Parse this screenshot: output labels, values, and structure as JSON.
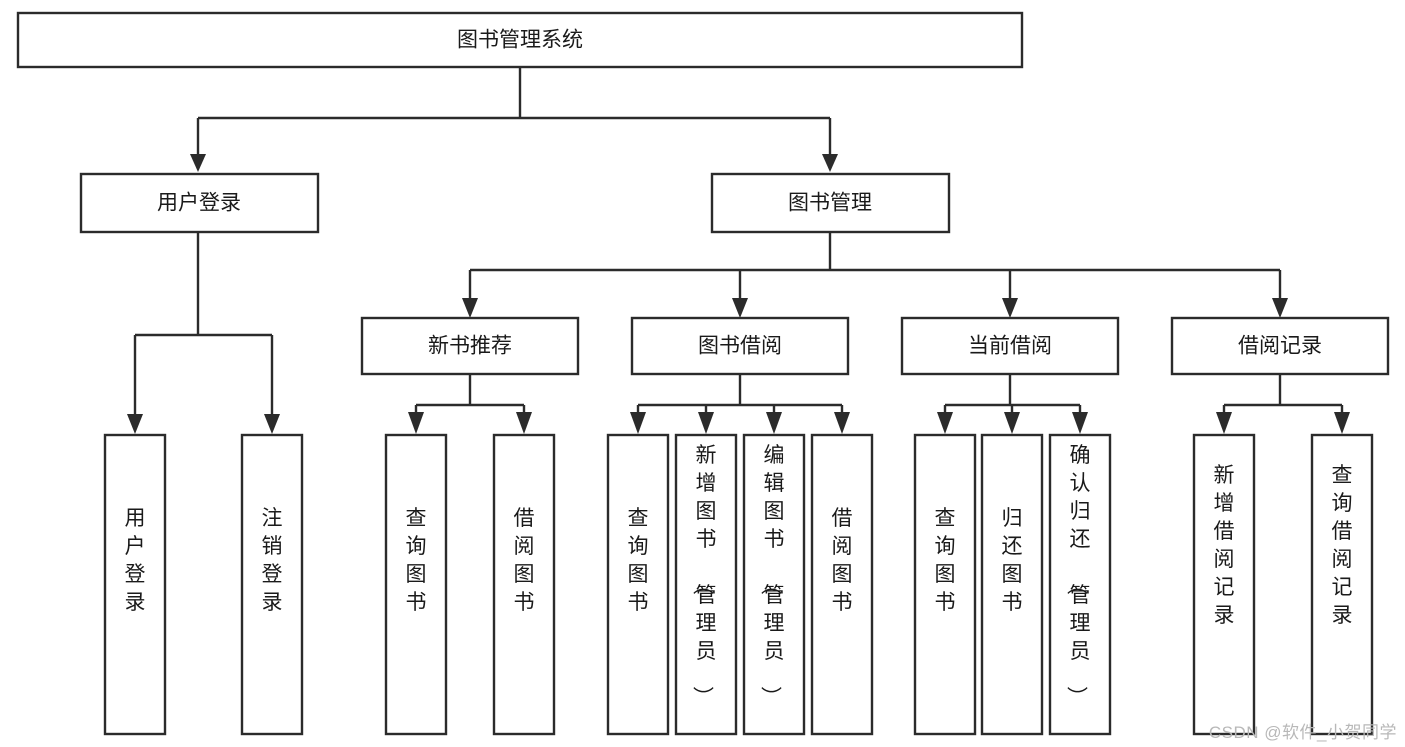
{
  "diagram": {
    "type": "tree",
    "orientation": "top-down",
    "title": "图书管理系统",
    "watermark": "CSDN @软件_小贺同学",
    "colors": {
      "background": "#ffffff",
      "box_fill": "#ffffff",
      "box_stroke": "#2b2b2b",
      "connector": "#2b2b2b",
      "text": "#1a1a1a",
      "watermark": "#b8b8b8"
    },
    "root": {
      "label": "图书管理系统",
      "level": 0
    },
    "level1": [
      {
        "label": "用户登录"
      },
      {
        "label": "图书管理"
      }
    ],
    "level2": [
      {
        "label": "新书推荐",
        "parent": "图书管理"
      },
      {
        "label": "图书借阅",
        "parent": "图书管理"
      },
      {
        "label": "当前借阅",
        "parent": "图书管理"
      },
      {
        "label": "借阅记录",
        "parent": "图书管理"
      }
    ],
    "leaves": {
      "user_login": [
        {
          "label": "用户登录"
        },
        {
          "label": "注销登录"
        }
      ],
      "new_book_recommend": [
        {
          "label": "查询图书"
        },
        {
          "label": "借阅图书"
        }
      ],
      "book_borrow": [
        {
          "label": "查询图书"
        },
        {
          "label": "新增图书（管理员）"
        },
        {
          "label": "编辑图书（管理员）"
        },
        {
          "label": "借阅图书"
        }
      ],
      "current_borrow": [
        {
          "label": "查询图书"
        },
        {
          "label": "归还图书"
        },
        {
          "label": "确认归还（管理员）"
        }
      ],
      "borrow_record": [
        {
          "label": "新增借阅记录"
        },
        {
          "label": "查询借阅记录"
        }
      ]
    }
  }
}
